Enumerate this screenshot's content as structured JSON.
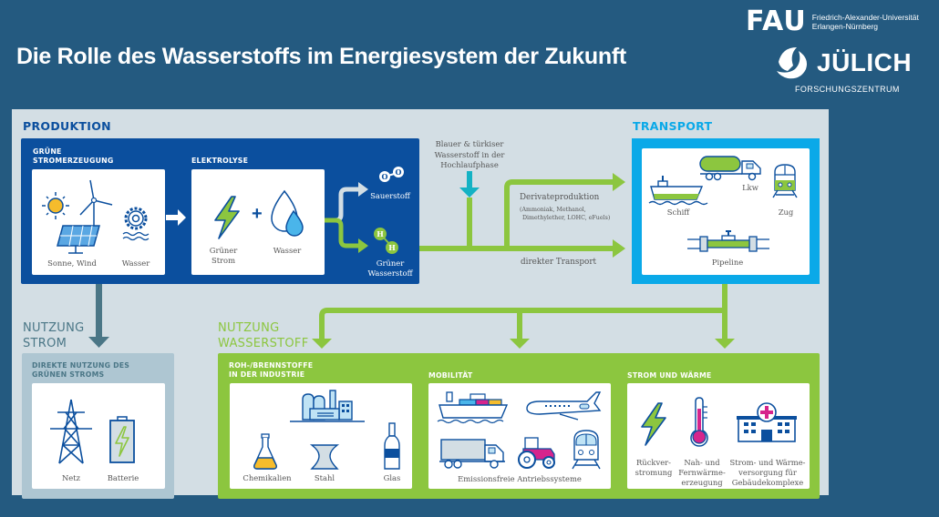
{
  "header": {
    "title": "Die Rolle des Wasserstoffs im Energiesystem der Zukunft",
    "fau_logo": {
      "mark": "FAU",
      "line1": "Friedrich-Alexander-Universität",
      "line2": "Erlangen-Nürnberg"
    },
    "juelich_logo": {
      "name": "JÜLICH",
      "subtitle": "FORSCHUNGSZENTRUM"
    }
  },
  "produktion": {
    "label": "PRODUKTION",
    "gruene_stromerzeugung": {
      "label_line1": "GRÜNE",
      "label_line2": "STROMERZEUGUNG",
      "items": [
        {
          "icon": "sun-wind-solar-icon",
          "caption": "Sonne, Wind"
        },
        {
          "icon": "water-wheel-icon",
          "caption": "Wasser"
        }
      ]
    },
    "elektrolyse": {
      "label": "ELEKTROLYSE",
      "plus": "+",
      "items": [
        {
          "icon": "lightning-icon",
          "caption_line1": "Grüner",
          "caption_line2": "Strom"
        },
        {
          "icon": "water-drop-icon",
          "caption": "Wasser"
        }
      ]
    },
    "outputs": [
      {
        "icon": "oxygen-molecule-icon",
        "atom": "O",
        "caption": "Sauerstoff"
      },
      {
        "icon": "hydrogen-molecule-icon",
        "atom": "H",
        "caption_line1": "Grüner",
        "caption_line2": "Wasserstoff"
      }
    ]
  },
  "flows": {
    "blue_turquoise_line1": "Blauer & türkiser",
    "blue_turquoise_line2": "Wasserstoff in der",
    "blue_turquoise_line3": "Hochlaufphase",
    "derivate": "Derivateproduktion",
    "derivate_detail_line1": "(Ammoniak, Methanol,",
    "derivate_detail_line2": "Dimethylether, LOHC, eFuels)",
    "direct": "direkter Transport"
  },
  "transport": {
    "label": "TRANSPORT",
    "items": [
      {
        "icon": "ship-icon",
        "caption": "Schiff"
      },
      {
        "icon": "tank-truck-icon",
        "caption": "Lkw"
      },
      {
        "icon": "train-icon",
        "caption": "Zug"
      },
      {
        "icon": "pipeline-icon",
        "caption": "Pipeline"
      }
    ]
  },
  "nutzung_strom": {
    "label_line1": "NUTZUNG",
    "label_line2": "STROM",
    "sub_line1": "DIREKTE NUTZUNG DES",
    "sub_line2": "GRÜNEN STROMS",
    "items": [
      {
        "icon": "power-pylon-icon",
        "caption": "Netz"
      },
      {
        "icon": "battery-icon",
        "caption": "Batterie"
      }
    ]
  },
  "nutzung_wasserstoff": {
    "label_line1": "NUTZUNG",
    "label_line2": "WASSERSTOFF",
    "industrie": {
      "label_line1": "ROH-/BRENNSTOFFE",
      "label_line2": "IN DER INDUSTRIE",
      "items": [
        {
          "icon": "factory-icon",
          "caption": ""
        },
        {
          "icon": "flask-icon",
          "caption": "Chemikalien"
        },
        {
          "icon": "steel-beam-icon",
          "caption": "Stahl"
        },
        {
          "icon": "bottle-icon",
          "caption": "Glas"
        }
      ]
    },
    "mobilitaet": {
      "label": "MOBILITÄT",
      "caption": "Emissionsfreie Antriebssysteme",
      "icons": [
        "container-ship-icon",
        "airplane-icon",
        "truck-icon",
        "tractor-icon",
        "train-icon"
      ]
    },
    "strom_waerme": {
      "label": "STROM UND WÄRME",
      "items": [
        {
          "icon": "lightning-icon",
          "caption_line1": "Rückver-",
          "caption_line2": "stromung"
        },
        {
          "icon": "thermometer-icon",
          "caption_line1": "Nah- und",
          "caption_line2": "Fernwärme-",
          "caption_line3": "erzeugung"
        },
        {
          "icon": "hospital-building-icon",
          "caption_line1": "Strom- und Wärme-",
          "caption_line2": "versorgung für",
          "caption_line3": "Gebäudekomplexe"
        }
      ]
    }
  },
  "colors": {
    "background": "#245a80",
    "panel": "#d3dee4",
    "production_blue": "#0b4f9e",
    "transport_cyan": "#0aa9e8",
    "hydrogen_green": "#8cc63f",
    "strom_gray": "#aec6d2",
    "strom_arrow": "#4a7686",
    "turquoise": "#14b2c4"
  }
}
